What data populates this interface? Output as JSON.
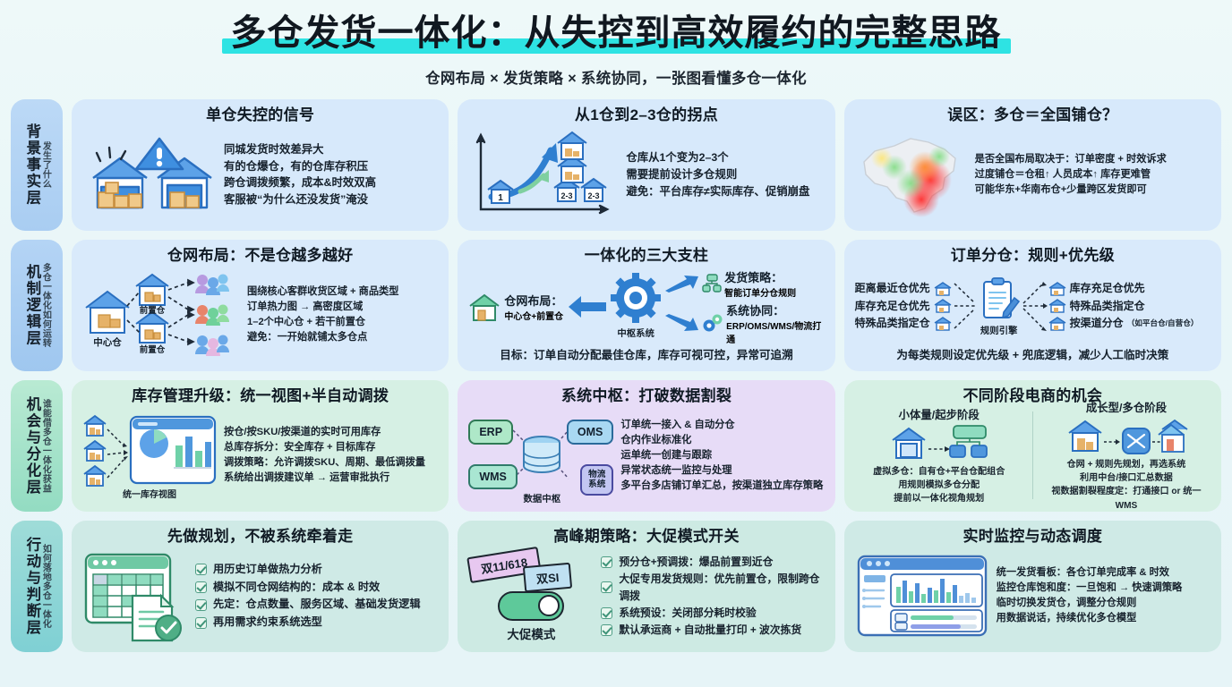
{
  "header": {
    "title": "多仓发货一体化：从失控到高效履约的完整思路",
    "subtitle": "仓网布局 × 发货策略 × 系统协同，一张图看懂多仓一体化",
    "highlight_color": "#2ee3e3"
  },
  "rows": [
    {
      "label_main": "背景事实层",
      "label_sub": "发生了什么",
      "label_theme": "lbl-blue",
      "cards": [
        {
          "theme": "t-blue",
          "title": "单仓失控的信号",
          "art": "warehouse-alert",
          "lines": [
            "同城发货时效差异大",
            "有的仓爆仓，有的仓库存积压",
            "跨仓调拨频繁，成本&时效双高",
            "客服被“为什么还没发货”淹没"
          ]
        },
        {
          "theme": "t-blue",
          "title": "从1仓到2–3仓的拐点",
          "art": "growth-chart",
          "chart_labels": {
            "one": "1",
            "multi_a": "2-3",
            "multi_b": "2-3"
          },
          "lines": [
            "仓库从1个变为2–3个",
            "需要提前设计多仓规则",
            "避免：平台库存≠实际库存、促销崩盘"
          ]
        },
        {
          "theme": "t-blue",
          "title": "误区：多仓＝全国铺仓？",
          "art": "china-heatmap",
          "lines": [
            "是否全国布局取决于：订单密度 + 时效诉求",
            "过度铺仓＝仓租↑ 人员成本↑ 库存更难管",
            "可能华东+华南布仓+少量跨区发货即可"
          ]
        }
      ]
    },
    {
      "label_main": "机制逻辑层",
      "label_sub": "多仓一体化如何运转",
      "label_theme": "lbl-blue2",
      "cards": [
        {
          "theme": "t-blue2",
          "title": "仓网布局：不是仓越多越好",
          "art": "hub-spoke",
          "node_labels": {
            "center": "中心仓",
            "front_a": "前置仓",
            "front_b": "前置仓"
          },
          "lines": [
            "围绕核心客群收货区域 + 商品类型",
            "订单热力图 → 高密度区域",
            "1–2个中心仓 + 若干前置仓",
            "避免：一开始就铺太多仓点"
          ]
        },
        {
          "theme": "t-blue2",
          "title": "一体化的三大支柱",
          "art": "three-pillars",
          "pillars": {
            "hub": "中枢系统",
            "left_title": "仓网布局：",
            "left_sub": "中心仓+前置仓",
            "top_title": "发货策略：",
            "top_sub": "智能订单分仓规则",
            "bottom_title": "系统协同：",
            "bottom_sub": "ERP/OMS/WMS/物流打通"
          },
          "footnote": "目标：订单自动分配最佳仓库，库存可视可控，异常可追溯"
        },
        {
          "theme": "t-blue2",
          "title": "订单分仓：规则+优先级",
          "art": "rule-engine",
          "engine_label": "规则引擎",
          "left_rules": [
            "距离最近仓优先",
            "库存充足仓优先",
            "特殊品类指定仓"
          ],
          "right_rules": [
            "库存充足仓优先",
            "特殊品类指定仓",
            "按渠道分仓"
          ],
          "right_rules_note": "（如平台仓/自营仓）",
          "footnote": "为每类规则设定优先级 + 兜底逻辑，减少人工临时决策"
        }
      ]
    },
    {
      "label_main": "机会与分化层",
      "label_sub": "谁能借多仓一体化获益",
      "label_theme": "lbl-mint",
      "cards": [
        {
          "theme": "t-mint",
          "title": "库存管理升级：统一视图+半自动调拨",
          "art": "inventory-dashboard",
          "art_label": "统一库存视图",
          "lines": [
            "按仓/按SKU/按渠道的实时可用库存",
            "总库存拆分：安全库存 + 目标库存",
            "调拨策略：允许调拨SKU、周期、最低调拨量",
            "系统给出调拨建议单 → 运营审批执行"
          ]
        },
        {
          "theme": "t-purple",
          "title": "系统中枢：打破数据割裂",
          "art": "system-hub",
          "nodes": {
            "erp": "ERP",
            "wms": "WMS",
            "oms": "OMS",
            "logistics": "物流\n系统",
            "hub": "数据中枢"
          },
          "lines": [
            "订单统一接入 & 自动分仓",
            "仓内作业标准化",
            "运单统一创建与跟踪",
            "异常状态统一监控与处理",
            "多平台多店铺订单汇总，按渠道独立库存策略"
          ]
        },
        {
          "theme": "t-mint",
          "title": "不同阶段电商的机会",
          "art": "two-stage",
          "stages": [
            {
              "title": "小体量/起步阶段",
              "lines": [
                "虚拟多仓：自有仓+平台仓配组合",
                "用规则模拟多仓分配",
                "提前以一体化视角规划"
              ]
            },
            {
              "title": "成长型/多仓阶段",
              "lines": [
                "仓网 + 规则先规划，再选系统",
                "利用中台/接口汇总数据",
                "视数据割裂程度定：打通接口 or 统一WMS"
              ]
            }
          ]
        }
      ]
    },
    {
      "label_main": "行动与判断层",
      "label_sub": "如何落地多仓一体化",
      "label_theme": "lbl-teal",
      "cards": [
        {
          "theme": "t-teal",
          "title": "先做规划，不被系统牵着走",
          "art": "spreadsheet-doc",
          "checks": [
            "用历史订单做热力分析",
            "模拟不同仓网结构的：成本 & 时效",
            "先定：仓点数量、服务区域、基础发货逻辑",
            "再用需求约束系统选型"
          ]
        },
        {
          "theme": "t-teal2",
          "title": "高峰期策略：大促模式开关",
          "art": "promo-toggle",
          "ribbons": [
            "双11/618",
            "双SI"
          ],
          "toggle_label": "大促模式",
          "checks": [
            "预分仓+预调拨：爆品前置到近仓",
            "大促专用发货规则：优先前置仓，限制跨仓调拨",
            "系统预设：关闭部分耗时校验",
            "默认承运商 + 自动批量打印 + 波次拣货"
          ]
        },
        {
          "theme": "t-teal",
          "title": "实时监控与动态调度",
          "art": "monitor-dashboard",
          "lines": [
            "统一发货看板：各仓订单完成率 & 时效",
            "监控仓库饱和度：一旦饱和 → 快速调策略",
            "临时切换发货仓，调整分仓规则",
            "用数据说话，持续优化多仓模型"
          ]
        }
      ]
    }
  ]
}
